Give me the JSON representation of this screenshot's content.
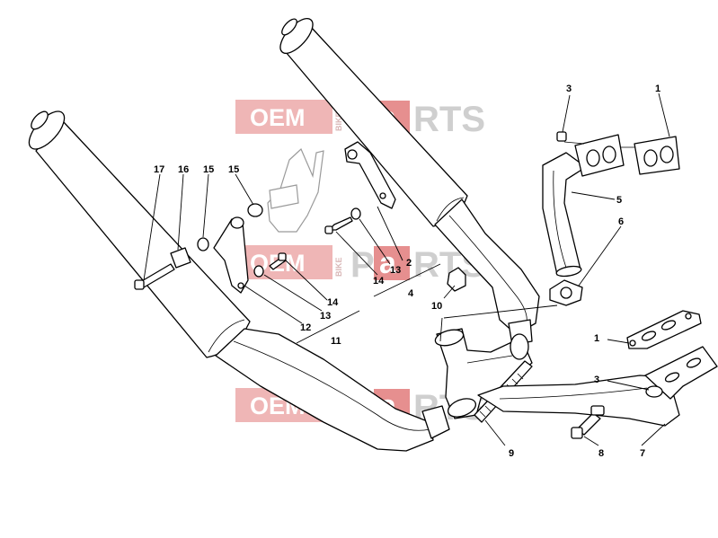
{
  "watermark": {
    "oem": "OEM",
    "bike": "BIKE",
    "p": "P",
    "a": "a",
    "rts": "RTS"
  },
  "callouts": {
    "c1_top": "1",
    "c3_top": "3",
    "c5": "5",
    "c6": "6",
    "c17": "17",
    "c16": "16",
    "c15a": "15",
    "c15b": "15",
    "c2": "2",
    "c13a": "13",
    "c14a": "14",
    "c4": "4",
    "c10": "10",
    "c14b": "14",
    "c13b": "13",
    "c12": "12",
    "c11": "11",
    "c1_bot": "1",
    "c3_bot": "3",
    "c9": "9",
    "c8": "8",
    "c7": "7"
  }
}
